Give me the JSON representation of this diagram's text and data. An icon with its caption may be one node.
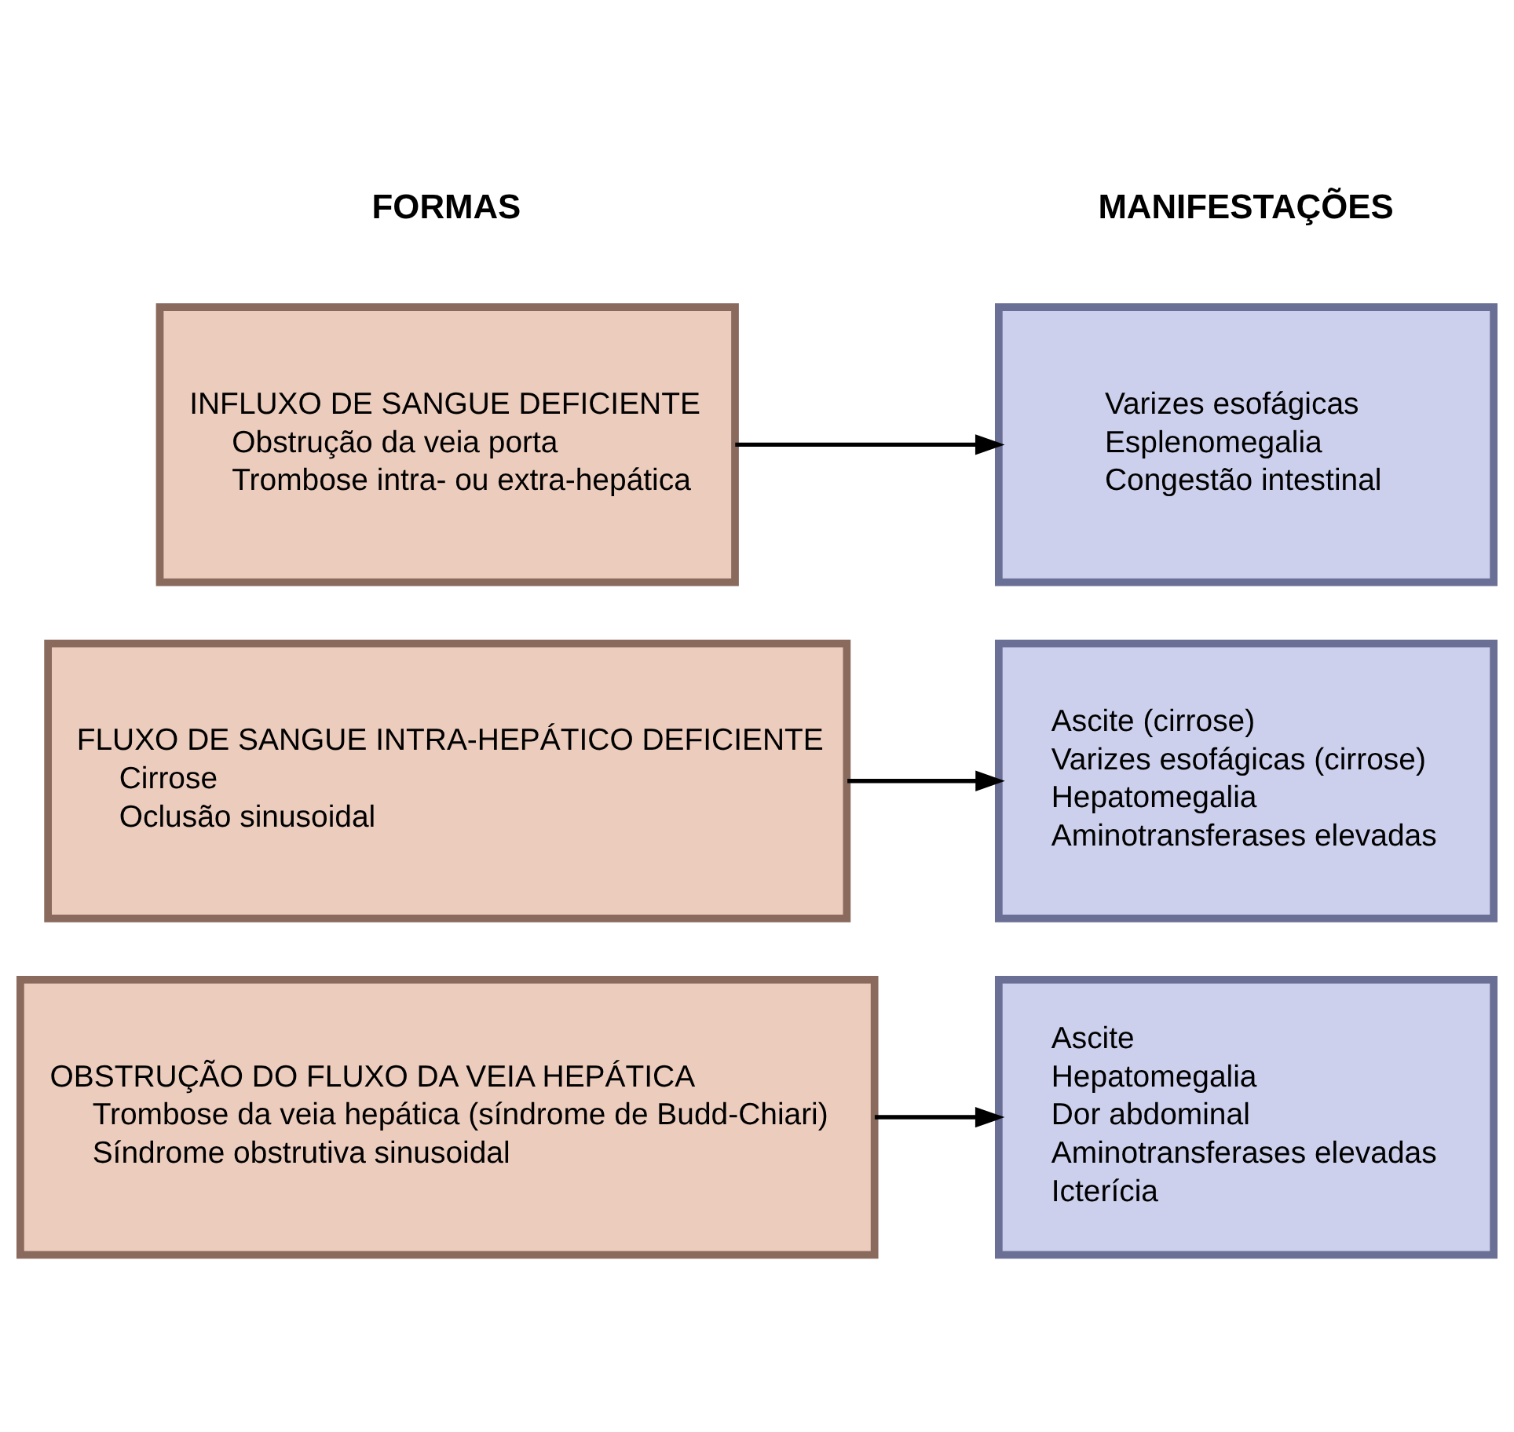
{
  "diagram": {
    "nodes": [
      {
        "text": [
          "INFLUXO DE SANGUE DEFICIENTE",
          "Obstrução da veia porta",
          "Trombose intra- ou extra-hepática"
        ]
      },
      {
        "text": [
          "Varizes esofágicas",
          "Esplenomegalia",
          "Congestão intestinal"
        ]
      },
      {
        "text": [
          "FLUXO DE SANGUE INTRA-HEPÁTICO DEFICIENTE",
          "Cirrose",
          "Oclusão sinusoidal"
        ]
      },
      {
        "text": [
          "Ascite (cirrose)",
          "Varizes esofágicas (cirrose)",
          "Hepatomegalia",
          "Aminotransferases elevadas"
        ]
      },
      {
        "text": [
          "OBSTRUÇÃO DO FLUXO DA VEIA HEPÁTICA",
          "Trombose da veia hepática (síndrome de Budd-Chiari)",
          "Síndrome obstrutiva sinusoidal"
        ]
      },
      {
        "text": [
          "Ascite",
          "Hepatomegalia",
          "Dor abdominal",
          "Aminotransferases elevadas",
          "Icterícia"
        ]
      }
    ],
    "edges": [
      {
        "from": 0,
        "to": 1,
        "arrow": "to"
      },
      {
        "from": 2,
        "to": 3,
        "arrow": "to"
      },
      {
        "from": 4,
        "to": 5,
        "arrow": "to"
      }
    ],
    "labels": [
      "FORMAS",
      "MANIFESTAÇÕES"
    ]
  }
}
